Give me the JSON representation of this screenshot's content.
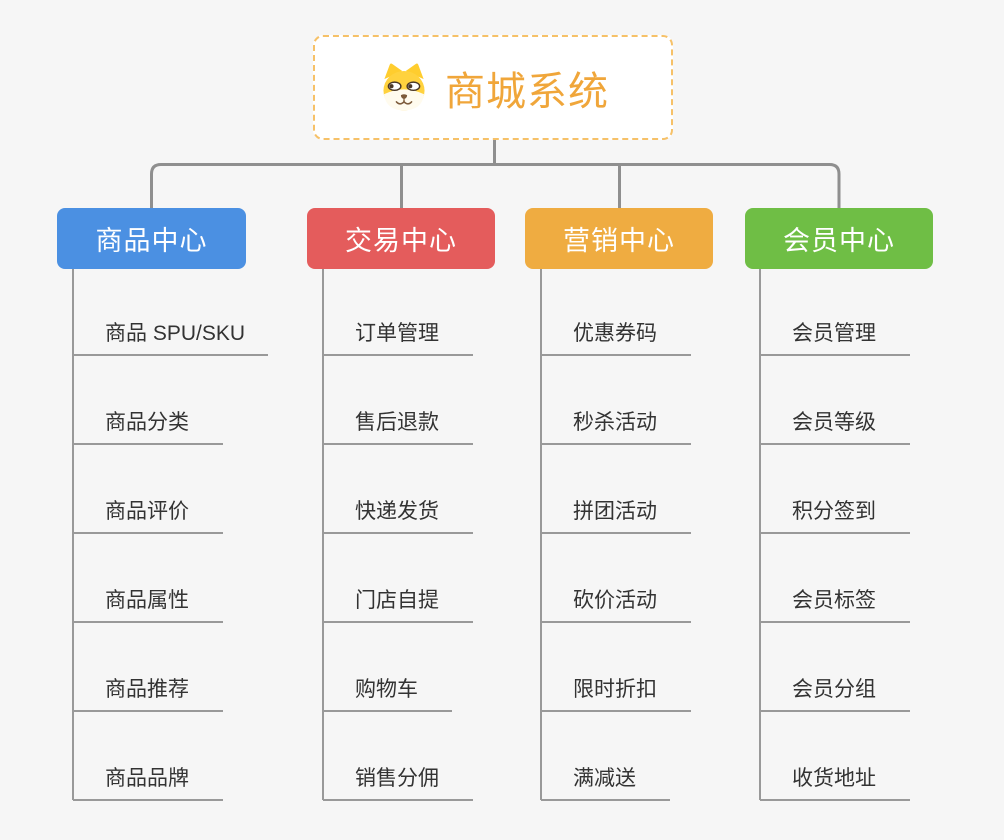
{
  "root": {
    "title": "商城系统",
    "icon": "dog-face-icon"
  },
  "branches": [
    {
      "label": "商品中心",
      "color": "#4b90e2",
      "children": [
        "商品 SPU/SKU",
        "商品分类",
        "商品评价",
        "商品属性",
        "商品推荐",
        "商品品牌"
      ]
    },
    {
      "label": "交易中心",
      "color": "#e45c5c",
      "children": [
        "订单管理",
        "售后退款",
        "快递发货",
        "门店自提",
        "购物车",
        "销售分佣"
      ]
    },
    {
      "label": "营销中心",
      "color": "#efac41",
      "children": [
        "优惠券码",
        "秒杀活动",
        "拼团活动",
        "砍价活动",
        "限时折扣",
        "满减送"
      ]
    },
    {
      "label": "会员中心",
      "color": "#6fbe45",
      "children": [
        "会员管理",
        "会员等级",
        "积分签到",
        "会员标签",
        "会员分组",
        "收货地址"
      ]
    }
  ],
  "style": {
    "background": "#f6f6f6",
    "root_text_color": "#f0a63a",
    "root_border_color": "#f6c168",
    "connector_color": "#8f8f8f",
    "child_line_color": "#999999",
    "child_text_color": "#333333"
  }
}
